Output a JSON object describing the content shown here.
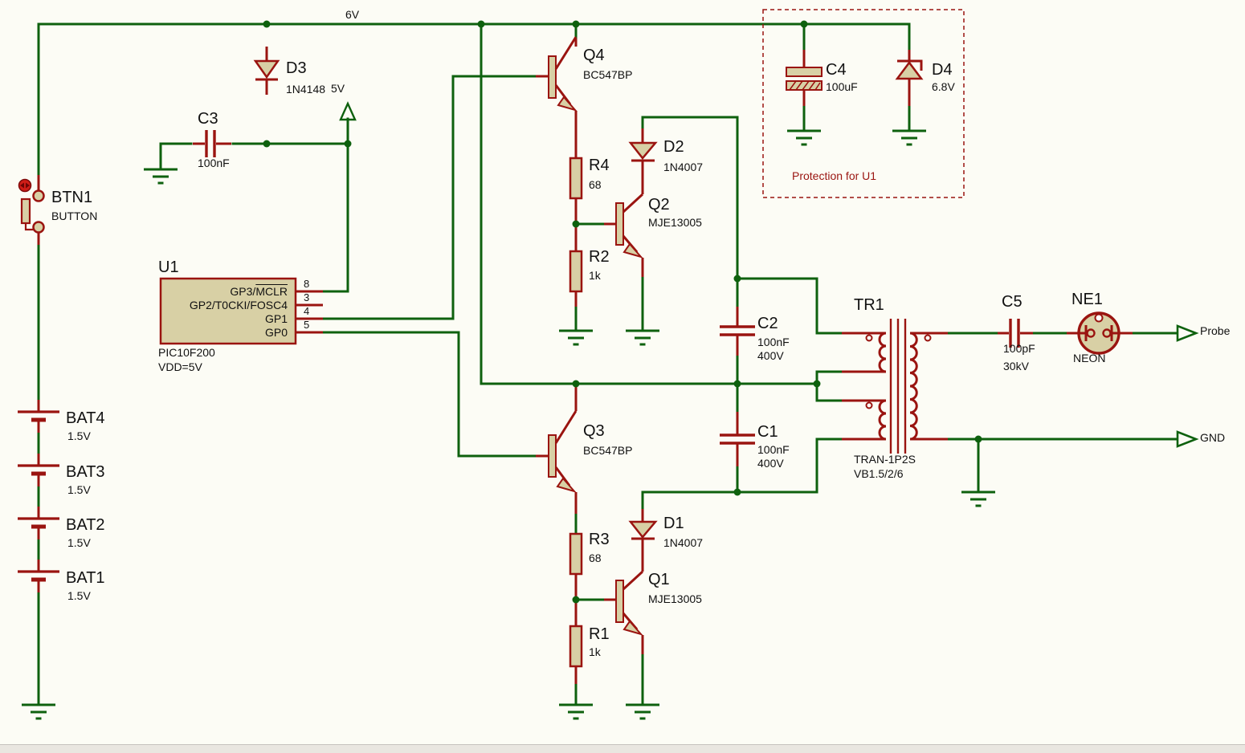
{
  "colors": {
    "wire": "#0E610E",
    "component": "#9a1410",
    "fill": "#D8D0A5",
    "background": "#FCFCF5",
    "annotation": "#9a1410"
  },
  "nets": {
    "rail_top": "6V",
    "rail_5v": "5V"
  },
  "ports": {
    "probe": "Probe",
    "gnd": "GND"
  },
  "annotations": {
    "protection_box": "Protection for U1"
  },
  "components": {
    "btn1": {
      "ref": "BTN1",
      "value": "BUTTON"
    },
    "u1": {
      "ref": "U1",
      "value": "PIC10F200",
      "value2": "VDD=5V",
      "pins": [
        {
          "num": "8",
          "prefix": "GP3/",
          "name": "MCLR"
        },
        {
          "num": "3",
          "name": "GP2/T0CKI/FOSC4"
        },
        {
          "num": "4",
          "name": "GP1"
        },
        {
          "num": "5",
          "name": "GP0"
        }
      ]
    },
    "d3": {
      "ref": "D3",
      "value": "1N4148"
    },
    "c3": {
      "ref": "C3",
      "value": "100nF"
    },
    "c4": {
      "ref": "C4",
      "value": "100uF"
    },
    "d4": {
      "ref": "D4",
      "value": "6.8V"
    },
    "q4": {
      "ref": "Q4",
      "value": "BC547BP"
    },
    "q3": {
      "ref": "Q3",
      "value": "BC547BP"
    },
    "q2": {
      "ref": "Q2",
      "value": "MJE13005"
    },
    "q1": {
      "ref": "Q1",
      "value": "MJE13005"
    },
    "r4": {
      "ref": "R4",
      "value": "68"
    },
    "r3": {
      "ref": "R3",
      "value": "68"
    },
    "r2": {
      "ref": "R2",
      "value": "1k"
    },
    "r1": {
      "ref": "R1",
      "value": "1k"
    },
    "d2": {
      "ref": "D2",
      "value": "1N4007"
    },
    "d1": {
      "ref": "D1",
      "value": "1N4007"
    },
    "c2": {
      "ref": "C2",
      "value": "100nF",
      "value2": "400V"
    },
    "c1": {
      "ref": "C1",
      "value": "100nF",
      "value2": "400V"
    },
    "c5": {
      "ref": "C5",
      "value": "100pF",
      "value2": "30kV"
    },
    "ne1": {
      "ref": "NE1",
      "value": "NEON"
    },
    "tr1": {
      "ref": "TR1",
      "value": "TRAN-1P2S",
      "value2": "VB1.5/2/6"
    },
    "bat4": {
      "ref": "BAT4",
      "value": "1.5V"
    },
    "bat3": {
      "ref": "BAT3",
      "value": "1.5V"
    },
    "bat2": {
      "ref": "BAT2",
      "value": "1.5V"
    },
    "bat1": {
      "ref": "BAT1",
      "value": "1.5V"
    }
  }
}
